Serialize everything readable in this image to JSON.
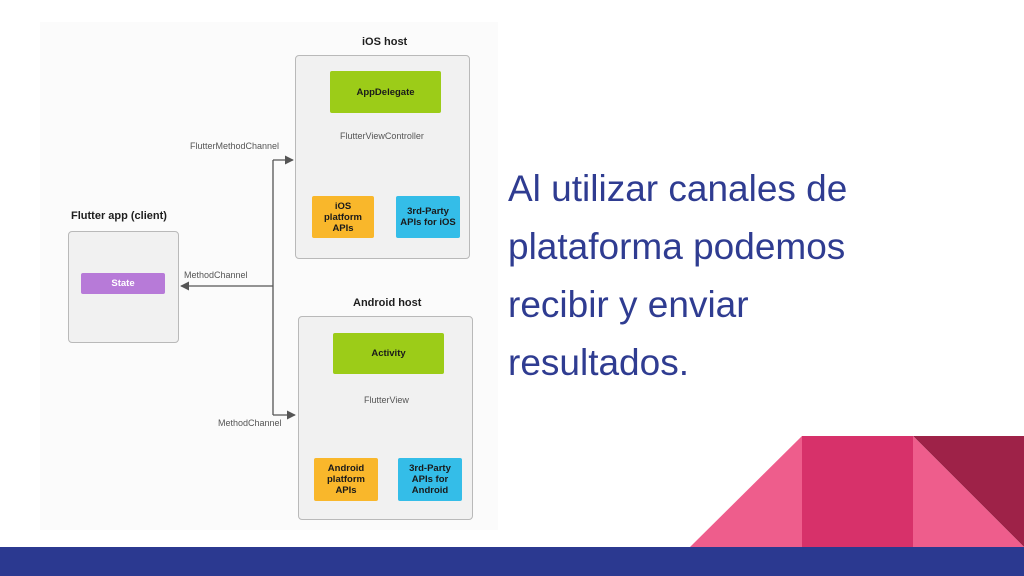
{
  "diagram": {
    "client": {
      "title": "Flutter app (client)",
      "state": "State"
    },
    "ios": {
      "title": "iOS host",
      "delegate": "AppDelegate",
      "controller": "FlutterViewController",
      "platform_apis": "iOS\nplatform\nAPIs",
      "third_party": "3rd-Party\nAPIs for iOS"
    },
    "android": {
      "title": "Android host",
      "activity": "Activity",
      "view": "FlutterView",
      "platform_apis": "Android\nplatform\nAPIs",
      "third_party": "3rd-Party\nAPIs for\nAndroid"
    },
    "channels": {
      "ios": "FlutterMethodChannel",
      "client": "MethodChannel",
      "android": "MethodChannel"
    }
  },
  "main_text": "Al utilizar canales de plataforma podemos recibir y enviar resultados.",
  "colors": {
    "text": "#2f3c91",
    "bar": "#2b3990",
    "pink_light": "#ee5d8c",
    "pink_mid": "#d7316a",
    "pink_dark": "#9e2248",
    "green": "#9ccc18",
    "orange": "#f9b72b",
    "blue": "#34bde8",
    "purple": "#b77ad8"
  }
}
